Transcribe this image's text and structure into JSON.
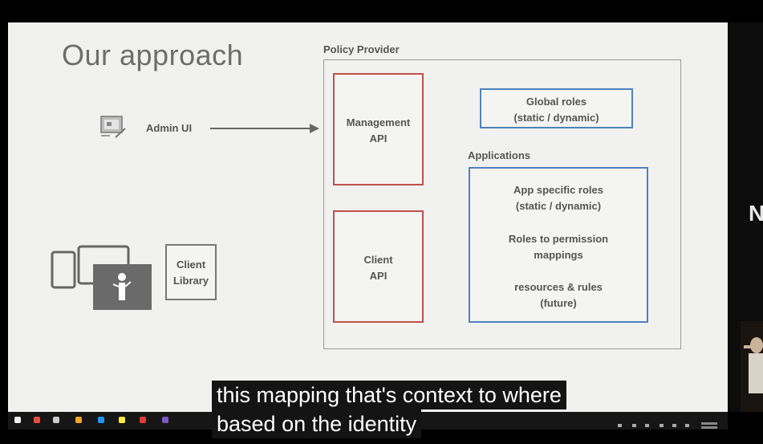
{
  "slide": {
    "title": "Our approach",
    "admin_ui_label": "Admin UI",
    "client_library_label": [
      "Client",
      "Library"
    ],
    "policy_provider_label": "Policy Provider",
    "management_api": [
      "Management",
      "API"
    ],
    "client_api": [
      "Client",
      "API"
    ],
    "global_roles": [
      "Global roles",
      "(static / dynamic)"
    ],
    "applications_label": "Applications",
    "app_roles": [
      "App specific roles",
      "(static / dynamic)"
    ],
    "role_mappings": [
      "Roles to permission",
      "mappings"
    ],
    "resources": [
      "resources & rules",
      "(future)"
    ]
  },
  "stage": {
    "partial_letter": "N"
  },
  "captions": {
    "line1": "this mapping that's context to where",
    "line2": "based on the identity"
  },
  "taskbar": {
    "icon_colors": [
      "#e84c3d",
      "#f5a623",
      "#cccccc",
      "#4caf50",
      "#2196f3",
      "#ffeb3b",
      "#e53935",
      "#7e57c2"
    ]
  }
}
